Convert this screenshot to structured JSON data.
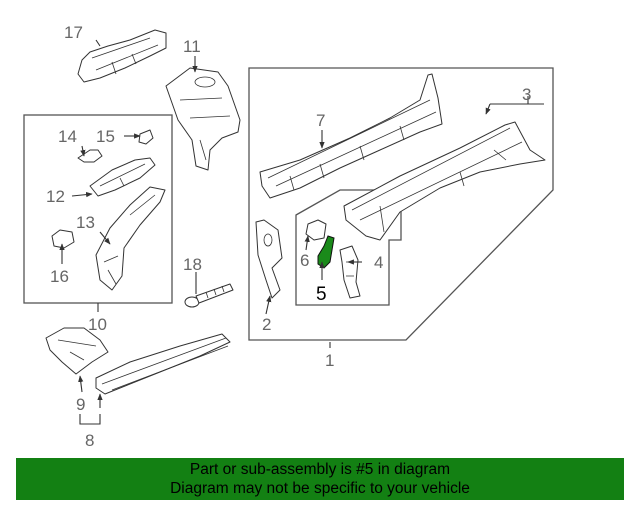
{
  "diagram": {
    "highlight_color": "#138013",
    "highlighted_part": "5",
    "callouts": {
      "c1": "1",
      "c2": "2",
      "c3": "3",
      "c4": "4",
      "c5": "5",
      "c6": "6",
      "c7": "7",
      "c8": "8",
      "c9": "9",
      "c10": "10",
      "c11": "11",
      "c12": "12",
      "c13": "13",
      "c14": "14",
      "c15": "15",
      "c16": "16",
      "c17": "17",
      "c18": "18"
    }
  },
  "banner": {
    "line1": "Part or sub-assembly is #5 in diagram",
    "line2": "Diagram may not be specific to your vehicle",
    "background": "#138013"
  }
}
